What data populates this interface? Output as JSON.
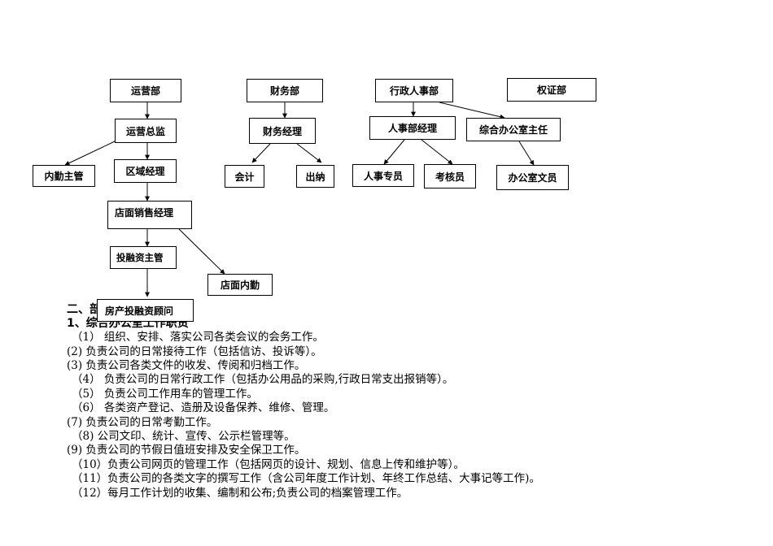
{
  "org": {
    "yunying": "运营部",
    "caiwu": "财务部",
    "xingzheng": "行政人事部",
    "quanzheng": "权证部",
    "yunying_zongjian": "运营总监",
    "caiwu_jingli": "财务经理",
    "renshi_jingli": "人事部经理",
    "zonghe_zhuren": "综合办公室主任",
    "neiqin_zhuguan": "内勤主管",
    "quyu_jingli": "区域经理",
    "kuaiji": "会计",
    "chuna": "出纳",
    "renshi_zhuanyuan": "人事专员",
    "kaohe_yuan": "考核员",
    "bangongshi_wenyuan": "办公室文员",
    "dianmian_xiaoshou": "店面销售经理",
    "tourongzi_zhuguan": "投融资主管",
    "dianmian_neiqin": "店面内勤",
    "fangchan_guwen": "房产投融资顾问"
  },
  "text": {
    "heading2": "二、部",
    "heading1": "1、综合办公室工作职责",
    "items": [
      "（1） 组织、安排、落实公司各类会议的会务工作。",
      "(2) 负责公司的日常接待工作（包括信访、投诉等）。",
      "(3) 负责公司各类文件的收发、传阅和归档工作。",
      "（4） 负责公司的日常行政工作（包括办公用品的采购,行政日常支出报销等）。",
      "（5） 负责公司工作用车的管理工作。",
      "（6） 各类资产登记、造册及设备保养、维修、管理。",
      "(7)  负责公司的日常考勤工作。",
      "（8) 公司文印、统计、宣传、公示栏管理等。",
      "(9) 负责公司的节假日值班安排及安全保卫工作。",
      "（10）负责公司网页的管理工作（包括网页的设计、规划、信息上传和维护等）。",
      "（11）负责公司的各类文字的撰写工作（含公司年度工作计划、年终工作总结、大事记等工作)。",
      "（12）每月工作计划的收集、编制和公布;负责公司的档案管理工作。"
    ]
  }
}
